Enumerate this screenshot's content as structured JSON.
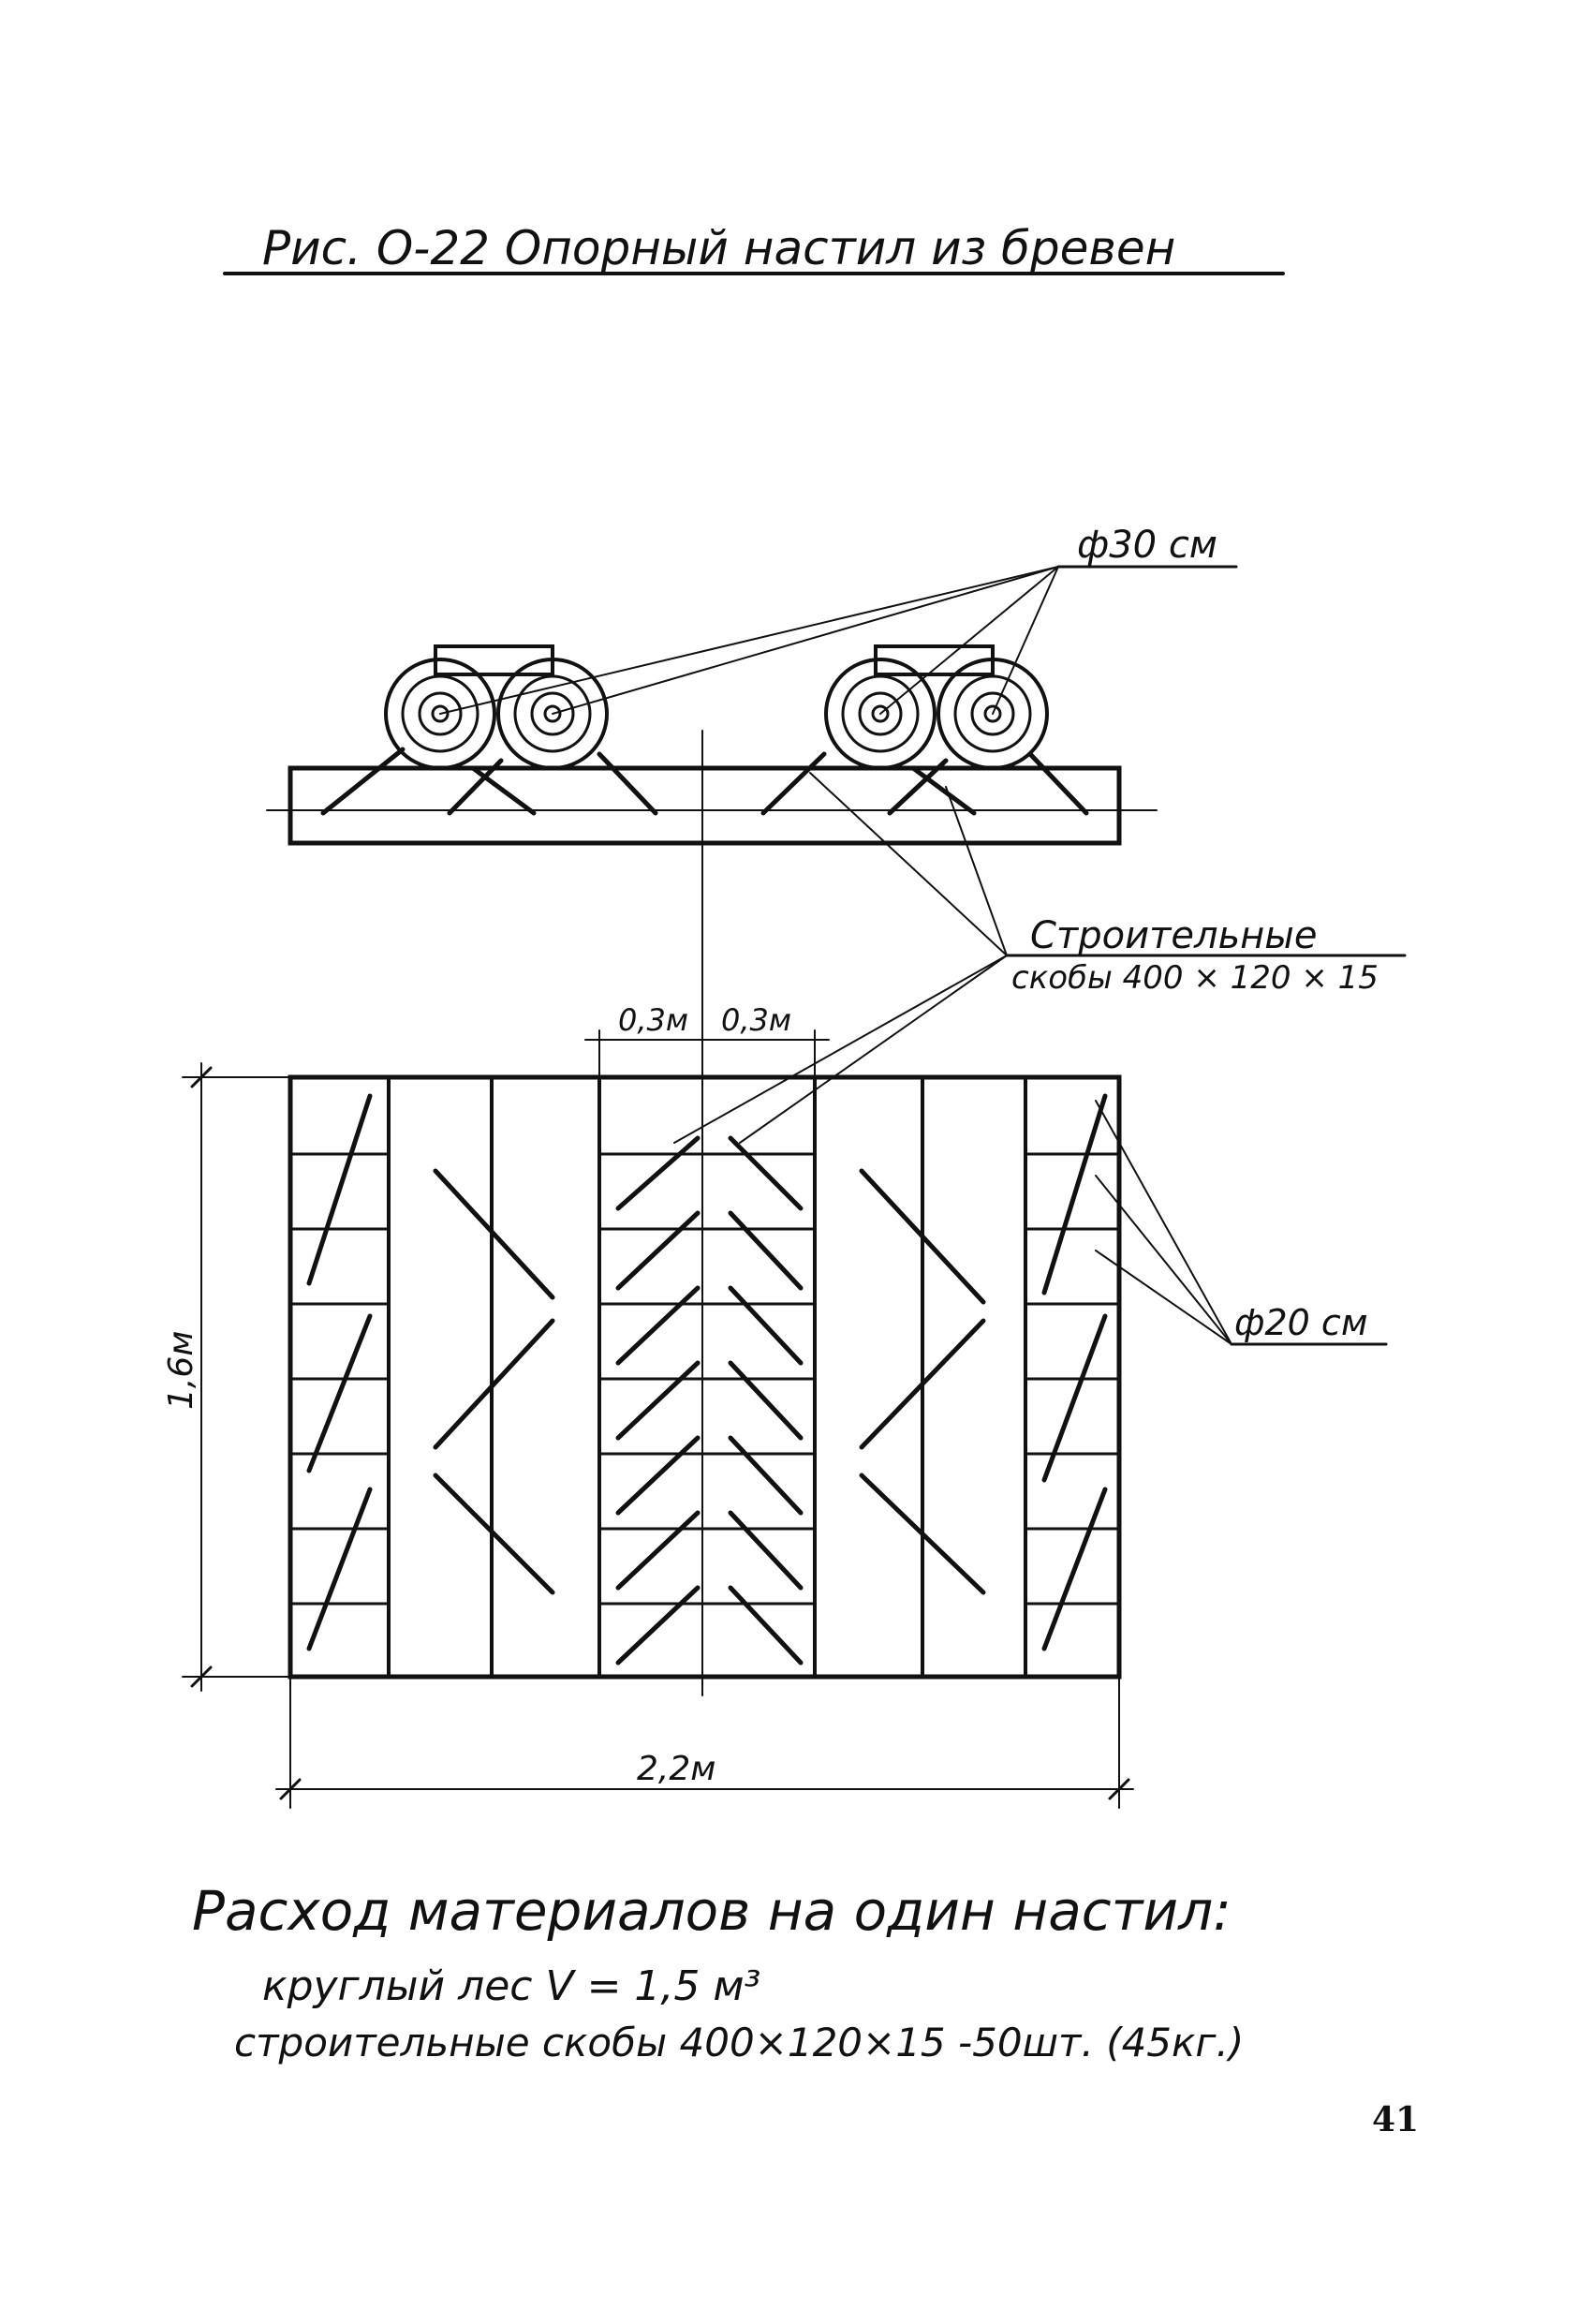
{
  "title": "Рис. О-22 Опорный настил из бревен",
  "labels": {
    "log_diameter_top": "ф30 см",
    "staples_line1": "Строительные",
    "staples_line2": "скобы 400 × 120 × 15",
    "log_diameter_side": "ф20 см",
    "dim_left_spacing": "0,3м",
    "dim_right_spacing": "0,3м",
    "dim_height": "1,6м",
    "dim_width": "2,2м"
  },
  "materials": {
    "heading": "Расход материалов на один настил:",
    "line1": "круглый лес V = 1,5 м³",
    "line2": "строительные скобы 400×120×15 -50шт. (45кг.)"
  },
  "page_number": "41",
  "colors": {
    "ink": "#111111",
    "paper": "#ffffff"
  }
}
